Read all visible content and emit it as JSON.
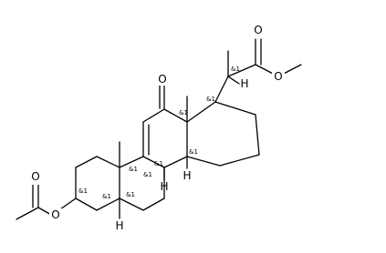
{
  "figure": {
    "kind": "skeletal-formula",
    "atom_labels": {
      "ester_carbonyl_o": "O",
      "ester_methoxy_o": "O",
      "ketone_o": "O",
      "acetate_carbonyl_o": "O",
      "acetate_ester_o": "O",
      "h_c17": "H",
      "h_c14": "H",
      "h_c8": "H",
      "h_c5": "H"
    },
    "stereo_label": "&1",
    "stereo_count": 10
  }
}
